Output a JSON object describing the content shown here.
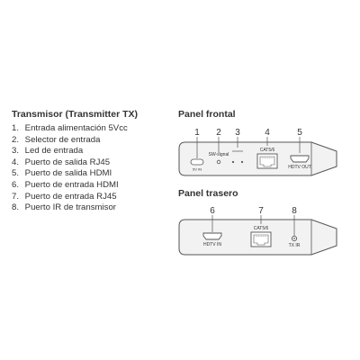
{
  "legend": {
    "title": "Transmisor (Transmitter TX)",
    "items": [
      {
        "num": "1.",
        "label": "Entrada alimentación 5Vcc"
      },
      {
        "num": "2.",
        "label": "Selector de entrada"
      },
      {
        "num": "3.",
        "label": "Led de entrada"
      },
      {
        "num": "4.",
        "label": "Puerto de salida RJ45"
      },
      {
        "num": "5.",
        "label": "Puerto de salida HDMI"
      },
      {
        "num": "6.",
        "label": "Puerto de entrada HDMI"
      },
      {
        "num": "7.",
        "label": "Puerto de entrada RJ45"
      },
      {
        "num": "8.",
        "label": "Puerto IR de transmisor"
      }
    ]
  },
  "front_panel": {
    "title": "Panel frontal",
    "callouts": [
      "1",
      "2",
      "3",
      "4",
      "5"
    ],
    "labels": {
      "power": "5V IN",
      "switch": "SW-signal",
      "cat": "CAT5/6",
      "hdmi_out": "HDTV OUT"
    }
  },
  "rear_panel": {
    "title": "Panel trasero",
    "callouts": [
      "6",
      "7",
      "8"
    ],
    "labels": {
      "hdmi_in": "HDTV IN",
      "cat": "CAT5/6",
      "ir": "TX IR"
    }
  },
  "colors": {
    "device_fill": "#f2f2f2",
    "outline": "#555555",
    "text": "#333333"
  }
}
